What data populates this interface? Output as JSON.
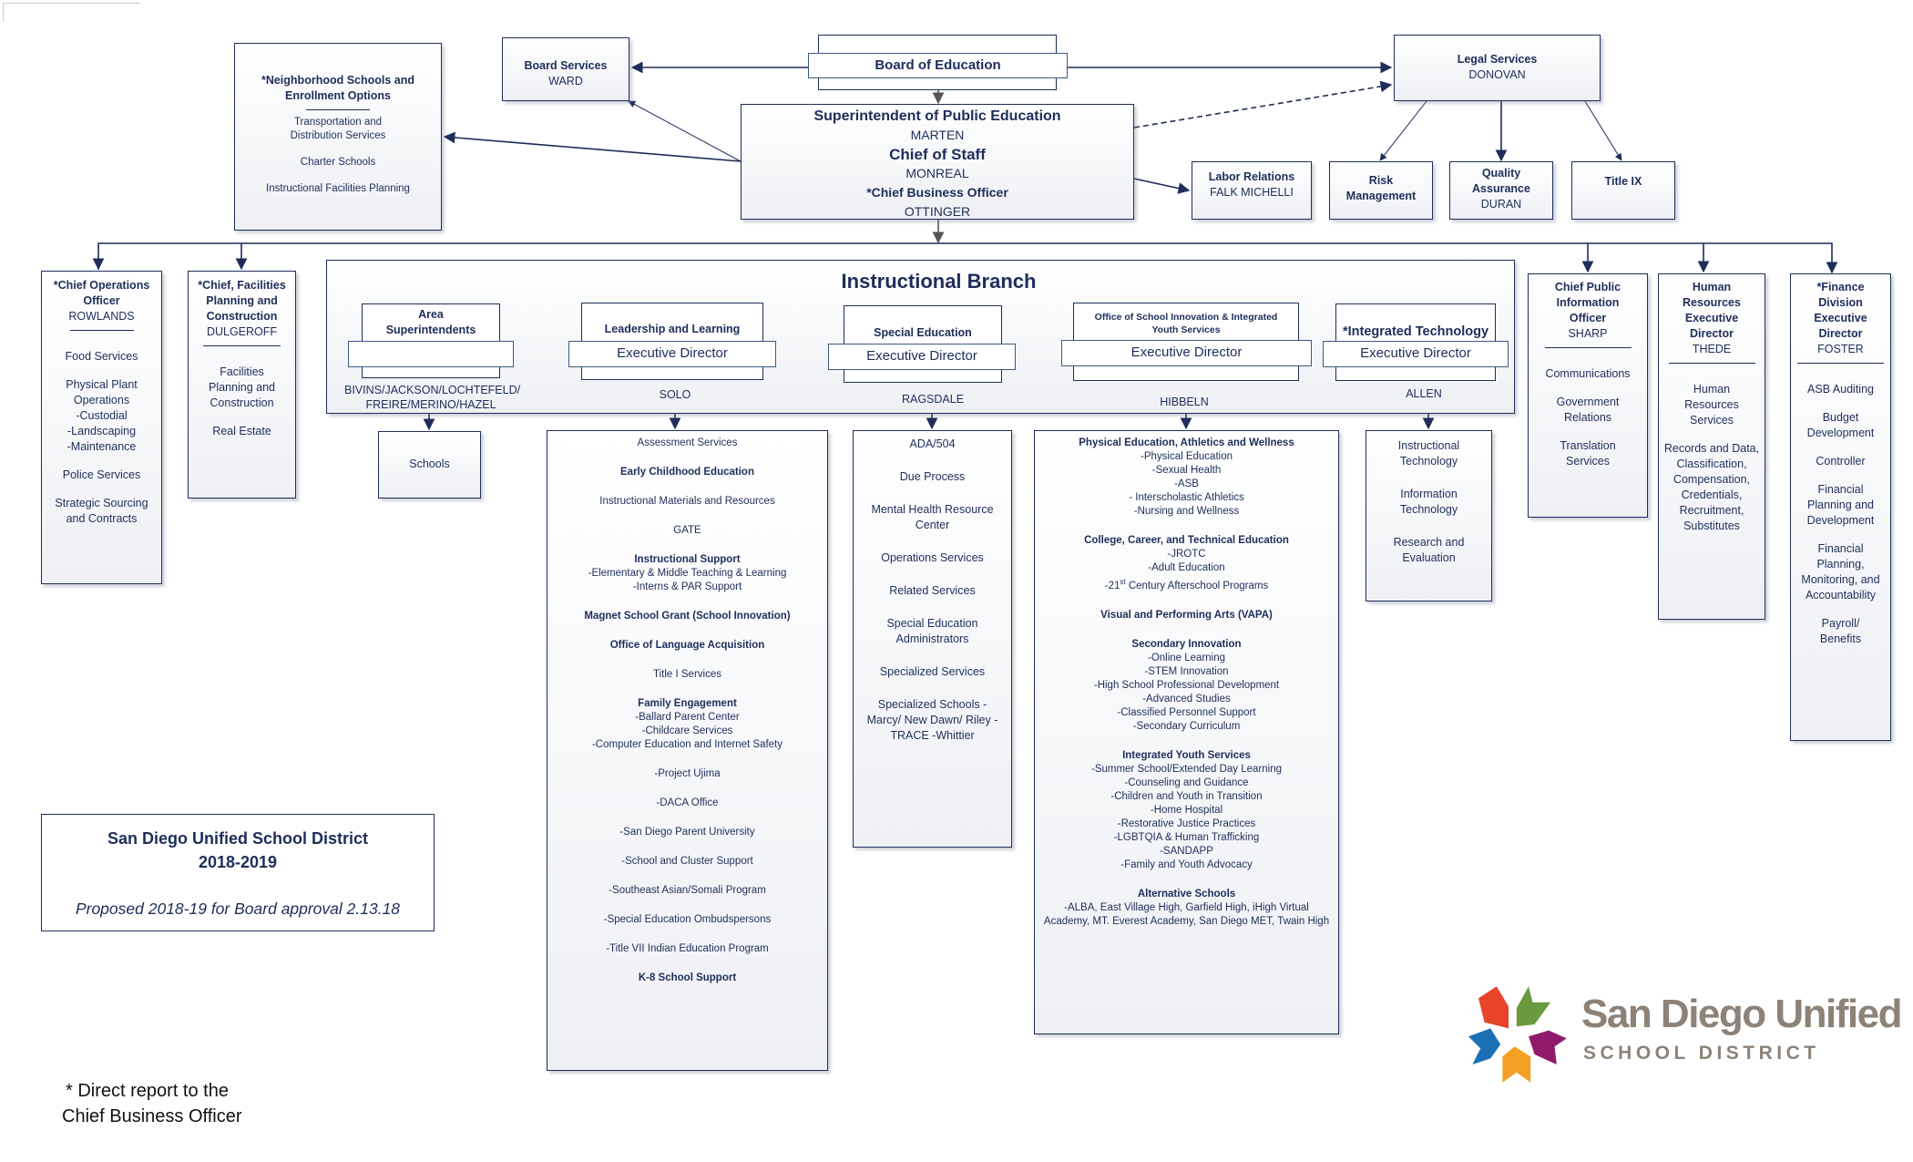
{
  "page_corner_mark": "",
  "top": {
    "neighborhood": {
      "title": "*Neighborhood Schools and Enrollment Options",
      "items": [
        "Transportation and Distribution Services",
        "Charter Schools",
        "Instructional Facilities Planning"
      ]
    },
    "board_services": {
      "title": "Board Services",
      "name": "WARD"
    },
    "board_of_education": {
      "title": "Board of Education"
    },
    "superintendent": {
      "title": "Superintendent of Public Education",
      "name": "MARTEN",
      "chief_of_staff_title": "Chief of Staff",
      "chief_of_staff_name": "MONREAL",
      "cbo_title": "*Chief Business Officer",
      "cbo_name": "OTTINGER"
    },
    "legal_services": {
      "title": "Legal Services",
      "name": "DONOVAN"
    },
    "labor_relations": {
      "title": "Labor Relations",
      "name": "FALK MICHELLI"
    },
    "risk_management": {
      "title": "Risk Management"
    },
    "quality_assurance": {
      "title": "Quality Assurance",
      "name": "DURAN"
    },
    "title_ix": {
      "title": "Title IX"
    }
  },
  "left": {
    "chief_operations": {
      "title": "*Chief Operations Officer",
      "name": "ROWLANDS",
      "items": [
        "Food Services",
        "Physical Plant Operations",
        "-Custodial",
        "-Landscaping",
        "-Maintenance",
        "Police Services",
        "Strategic Sourcing and Contracts"
      ]
    },
    "facilities": {
      "title": "*Chief, Facilities Planning and Construction",
      "name": "DULGEROFF",
      "items": [
        "Facilities Planning and Construction",
        "Real Estate"
      ]
    }
  },
  "instructional_branch": {
    "title": "Instructional Branch",
    "units": [
      {
        "title": "Area Superintendents",
        "ribbon": "",
        "names": "BIVINS/JACKSON/LOCHTEFELD/ FREIRE/MERINO/HAZEL"
      },
      {
        "title": "Leadership and Learning",
        "ribbon": "Executive Director",
        "names": "SOLO"
      },
      {
        "title": "Special Education",
        "ribbon": "Executive Director",
        "names": "RAGSDALE"
      },
      {
        "title": "Office of School Innovation & Integrated Youth Services",
        "ribbon": "Executive Director",
        "names": "HIBBELN"
      },
      {
        "title": "*Integrated Technology",
        "ribbon": "Executive Director",
        "names": "ALLEN"
      }
    ],
    "schools": {
      "title": "Schools"
    },
    "leadership_learning_list": [
      {
        "head": "Assessment Services",
        "bold": false
      },
      {
        "head": "Early Childhood Education",
        "bold": true
      },
      {
        "head": "Instructional Materials and Resources",
        "bold": false
      },
      {
        "head": "GATE",
        "bold": false
      },
      {
        "head": "Instructional Support",
        "bold": true,
        "subs": [
          "-Elementary & Middle Teaching & Learning",
          "-Interns & PAR Support"
        ]
      },
      {
        "head": "Magnet School Grant (School Innovation)",
        "bold": true
      },
      {
        "head": "Office of Language Acquisition",
        "bold": true
      },
      {
        "head": "Title I Services",
        "bold": false
      },
      {
        "head": "Family Engagement",
        "bold": true,
        "subs": [
          "-Ballard Parent Center",
          "-Childcare Services",
          "-Computer Education and Internet Safety"
        ]
      },
      {
        "head": "-Project Ujima",
        "bold": false
      },
      {
        "head": "-DACA Office",
        "bold": false
      },
      {
        "head": "-San Diego Parent University",
        "bold": false
      },
      {
        "head": "-School and Cluster Support",
        "bold": false
      },
      {
        "head": "-Southeast Asian/Somali Program",
        "bold": false
      },
      {
        "head": "-Special Education Ombudspersons",
        "bold": false
      },
      {
        "head": "-Title VII Indian Education Program",
        "bold": false
      },
      {
        "head": "K-8 School Support",
        "bold": true
      }
    ],
    "special_education_list": [
      "ADA/504",
      "Due Process",
      "Mental Health Resource Center",
      "Operations Services",
      "Related Services",
      "Special Education Administrators",
      "Specialized Services",
      "Specialized Schools -Marcy/ New Dawn/ Riley -TRACE -Whittier"
    ],
    "innovation_list": [
      {
        "head": "Physical Education, Athletics and Wellness",
        "subs": [
          "-Physical Education",
          "-Sexual Health",
          "-ASB",
          "- Interscholastic Athletics",
          "-Nursing and Wellness"
        ]
      },
      {
        "head": "College, Career, and Technical Education",
        "subs": [
          "-JROTC",
          "-Adult Education",
          "-21st Century Afterschool Programs"
        ]
      },
      {
        "head": "Visual and Performing Arts (VAPA)",
        "subs": []
      },
      {
        "head": "Secondary Innovation",
        "subs": [
          "-Online Learning",
          "-STEM Innovation",
          "-High School Professional Development",
          "-Advanced Studies",
          "-Classified Personnel Support",
          "-Secondary Curriculum"
        ]
      },
      {
        "head": "Integrated Youth Services",
        "subs": [
          "-Summer School/Extended Day Learning",
          "-Counseling and Guidance",
          "-Children and Youth in Transition",
          "-Home Hospital",
          "-Restorative Justice Practices",
          "-LGBTQIA & Human Trafficking",
          "-SANDAPP",
          "-Family and Youth Advocacy"
        ]
      },
      {
        "head": "Alternative Schools",
        "subs": [
          "-ALBA, East Village High, Garfield High, iHigh Virtual Academy, MT. Everest Academy, San Diego MET, Twain High"
        ]
      }
    ],
    "technology_list": [
      "Instructional Technology",
      "Information Technology",
      "Research and Evaluation"
    ]
  },
  "right": {
    "public_information": {
      "title": "Chief Public Information Officer",
      "name": "SHARP",
      "items": [
        "Communications",
        "Government Relations",
        "Translation Services"
      ]
    },
    "human_resources": {
      "title": "Human Resources Executive Director",
      "name": "THEDE",
      "items": [
        "Human Resources Services",
        "Records and Data, Classification, Compensation, Credentials, Recruitment, Substitutes"
      ]
    },
    "finance": {
      "title": "*Finance Division Executive Director",
      "name": "FOSTER",
      "items": [
        "ASB Auditing",
        "Budget Development",
        "Controller",
        "Financial Planning and Development",
        "Financial Planning, Monitoring, and Accountability",
        "Payroll/ Benefits"
      ]
    }
  },
  "title_box": {
    "line1": "San Diego Unified School District",
    "line2": "2018-2019",
    "subtitle": "Proposed 2018-19 for Board approval 2.13.18"
  },
  "footnote": {
    "line1": "* Direct report to the",
    "line2": "Chief Business Officer"
  },
  "logo": {
    "name": "San Diego Unified",
    "tagline": "SCHOOL DISTRICT",
    "colors": [
      "#e8432b",
      "#6a9a3f",
      "#1c6fb5",
      "#8f1a6c",
      "#f4a024"
    ]
  }
}
